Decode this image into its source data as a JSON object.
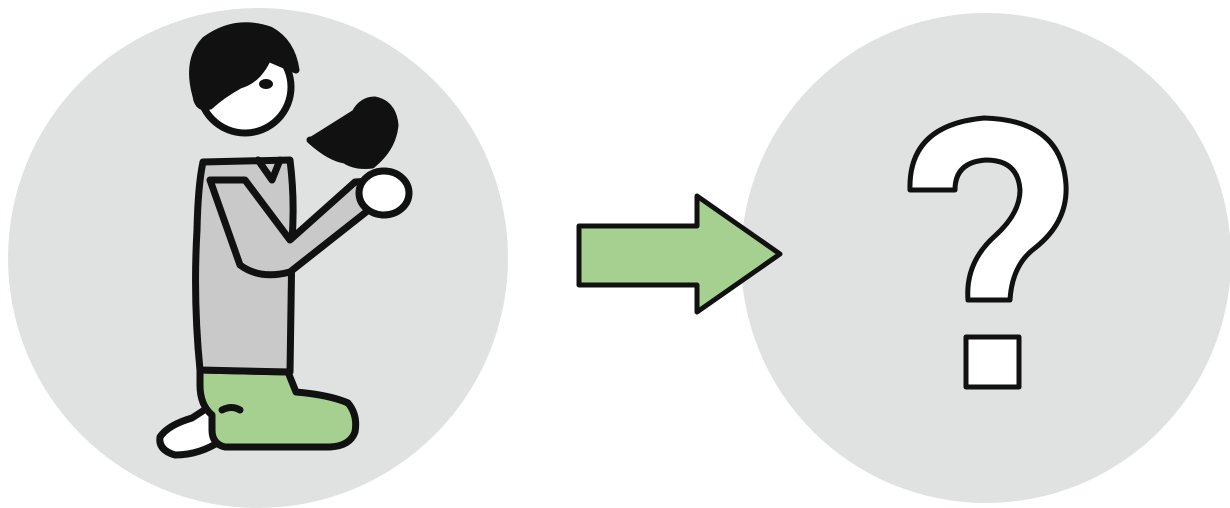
{
  "colors": {
    "background": "#ffffff",
    "circle_fill": "#e0e1e1",
    "outline": "#111111",
    "shirt": "#c9c9c9",
    "pants": "#a6d08f",
    "arrow": "#a6d08f",
    "skin": "#ffffff",
    "hair": "#111111",
    "bowl": "#111111",
    "question_fill": "#ffffff"
  },
  "icons": {
    "person": "kneeling-person-holding-bowl",
    "arrow": "right-arrow",
    "question": "question-mark"
  }
}
